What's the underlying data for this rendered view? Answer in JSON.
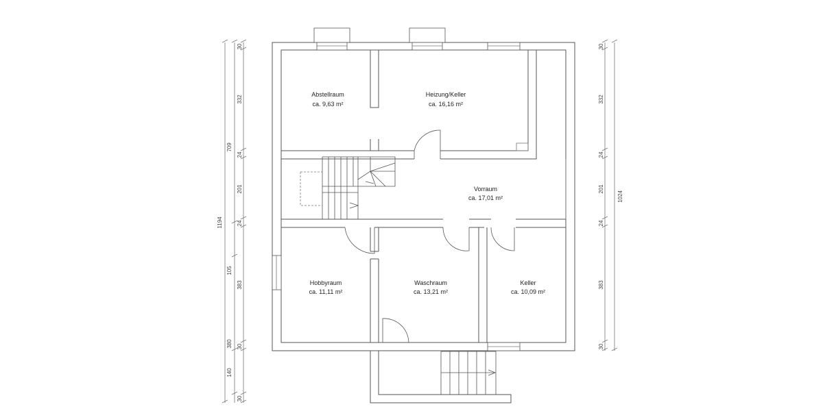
{
  "rooms": [
    {
      "name": "Abstellraum",
      "area": "ca. 9,63 m²"
    },
    {
      "name": "Heizung/Keller",
      "area": "ca. 16,16 m²"
    },
    {
      "name": "Vorraum",
      "area": "ca. 17,01 m²"
    },
    {
      "name": "Hobbyraum",
      "area": "ca. 11,11 m²"
    },
    {
      "name": "Waschraum",
      "area": "ca. 13,21 m²"
    },
    {
      "name": "Keller",
      "area": "ca. 10,09 m²"
    }
  ],
  "dimensions": {
    "left_outer": [
      "1194"
    ],
    "left_middle": [
      "709",
      "105",
      "380",
      "140"
    ],
    "left_inner": [
      "30",
      "332",
      "24",
      "201",
      "24",
      "383",
      "30",
      "30"
    ],
    "right_inner": [
      "30",
      "332",
      "24",
      "201",
      "24",
      "383",
      "30"
    ],
    "right_outer": [
      "1024"
    ]
  }
}
